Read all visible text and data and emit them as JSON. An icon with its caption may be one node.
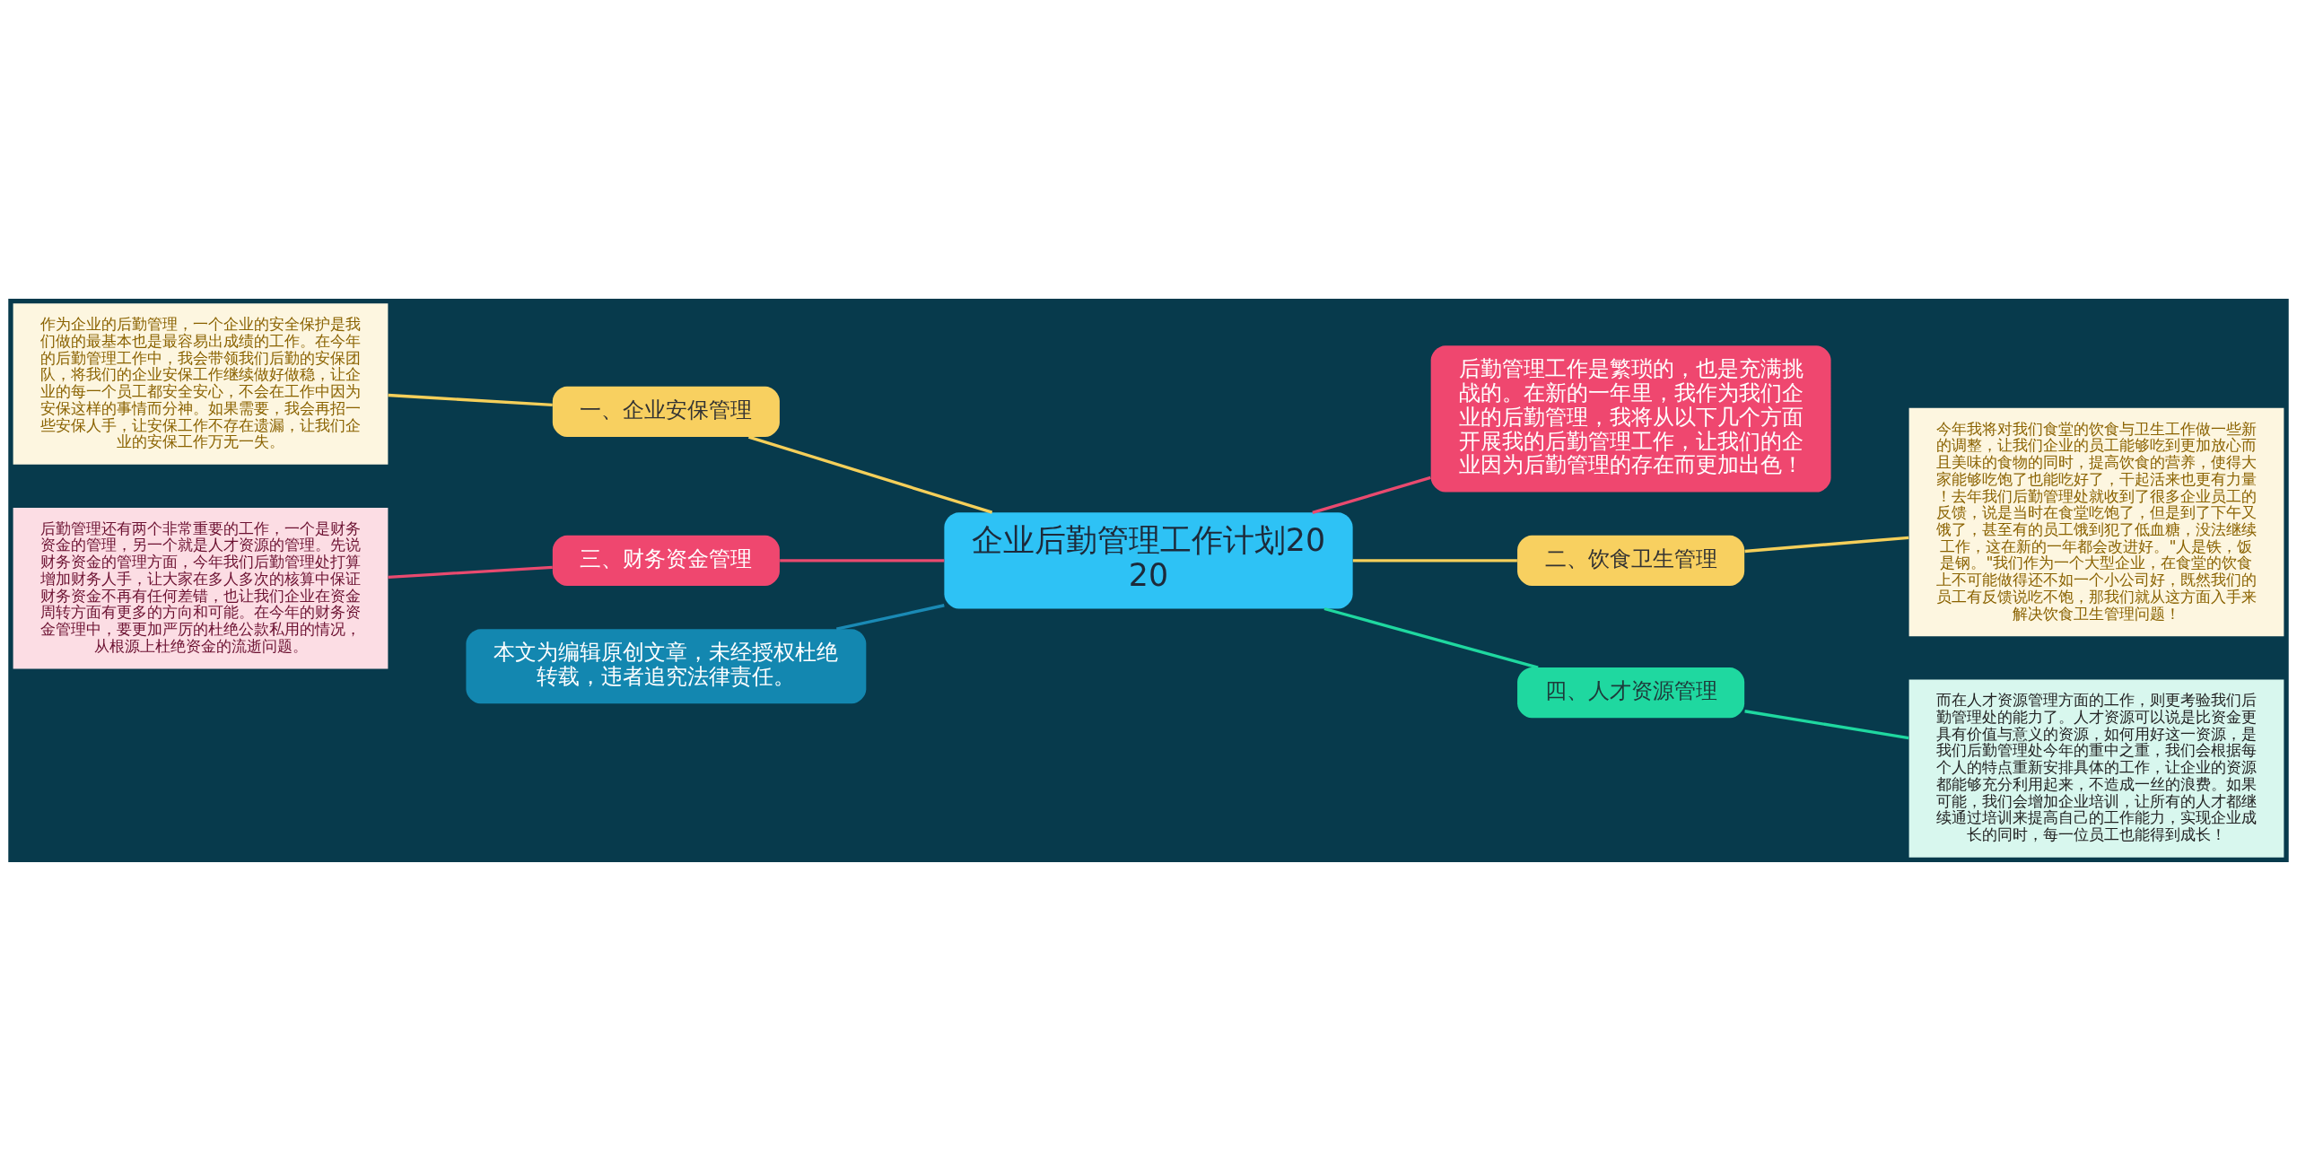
{
  "diagram": {
    "nodes": [
      {
        "text": [
          "企业后勤管理工作计划2020"
        ]
      },
      {
        "text": [
          "后勤管理工作是繁琐的，也是充满挑战的。在新的一年里，我作为我们企业的后勤管理，我将从以下几个方面开展我的后勤管理工作，让我们的企业因为后勤管理的存在而更加出色！"
        ]
      },
      {
        "text": [
          "一、企业安保管理"
        ]
      },
      {
        "text": [
          "作为企业的后勤管理，一个企业的安全保护是我们做的最基本也是最容易出成绩的工作。在今年的后勤管理工作中，我会带领我们后勤的安保团队，将我们的企业安保工作继续做好做稳，让企业的每一个员工都安全安心，不会在工作中因为安保这样的事情而分神。如果需要，我会再招一些安保人手，让安保工作不存在遗漏，让我们企业的安保工作万无一失。"
        ]
      },
      {
        "text": [
          "二、饮食卫生管理"
        ]
      },
      {
        "text": [
          "今年我将对我们食堂的饮食与卫生工作做一些新的调整，让我们企业的员工能够吃到更加放心而且美味的食物的同时，提高饮食的营养，使得大家能够吃饱了也能吃好了，干起活来也更有力量！去年我们后勤管理处就收到了很多企业员工的反馈，说是当时在食堂吃饱了，但是到了下午又饿了，甚至有的员工饿到犯了低血糖，没法继续工作，这在新的一年都会改进好。\"人是铁，饭是钢。\"我们作为一个大型企业，在食堂的饮食上不可能做得还不如一个小公司好，既然我们的员工有反馈说吃不饱，那我们就从这方面入手来解决饮食卫生管理问题！"
        ]
      },
      {
        "text": [
          "三、财务资金管理"
        ]
      },
      {
        "text": [
          "后勤管理还有两个非常重要的工作，一个是财务资金的管理，另一个就是人才资源的管理。先说财务资金的管理方面，今年我们后勤管理处打算增加财务人手，让大家在多人多次的核算中保证财务资金不再有任何差错，也让我们企业在资金周转方面有更多的方向和可能。在今年的财务资金管理中，要更加严厉的杜绝公款私用的情况，从根源上杜绝资金的流逝问题。"
        ]
      },
      {
        "text": [
          "四、人才资源管理"
        ]
      },
      {
        "text": [
          "而在人才资源管理方面的工作，则更考验我们后勤管理处的能力了。人才资源可以说是比资金更具有价值与意义的资源，如何用好这一资源，是我们后勤管理处今年的重中之重，我们会根据每个人的特点重新安排具体的工作，让企业的资源都能够充分利用起来，不造成一丝的浪费。如果可能，我们会增加企业培训，让所有的人才都继续通过培训来提高自己的工作能力，实现企业成长的同时，每一位员工也能得到成长！"
        ]
      },
      {
        "text": [
          "本文为编辑原创文章，未经授权杜绝转载，违者追究法律责任。"
        ]
      }
    ],
    "edges": [
      {
        "from": 0,
        "to": 1,
        "arrow": "none",
        "color": "#e94a6f"
      },
      {
        "from": 2,
        "to": 0,
        "arrow": "none",
        "color": "#f5cf5a"
      },
      {
        "from": 3,
        "to": 2,
        "arrow": "none",
        "color": "#f5cf5a"
      },
      {
        "from": 0,
        "to": 4,
        "arrow": "none",
        "color": "#f5cf5a"
      },
      {
        "from": 4,
        "to": 5,
        "arrow": "none",
        "color": "#f5cf5a"
      },
      {
        "from": 6,
        "to": 0,
        "arrow": "none",
        "color": "#e94a6f"
      },
      {
        "from": 7,
        "to": 6,
        "arrow": "none",
        "color": "#e94a6f"
      },
      {
        "from": 10,
        "to": 0,
        "arrow": "none",
        "color": "#1a8ab5"
      },
      {
        "from": 0,
        "to": 8,
        "arrow": "none",
        "color": "#1fd8a0"
      },
      {
        "from": 8,
        "to": 9,
        "arrow": "none",
        "color": "#1fd8a0"
      }
    ]
  }
}
